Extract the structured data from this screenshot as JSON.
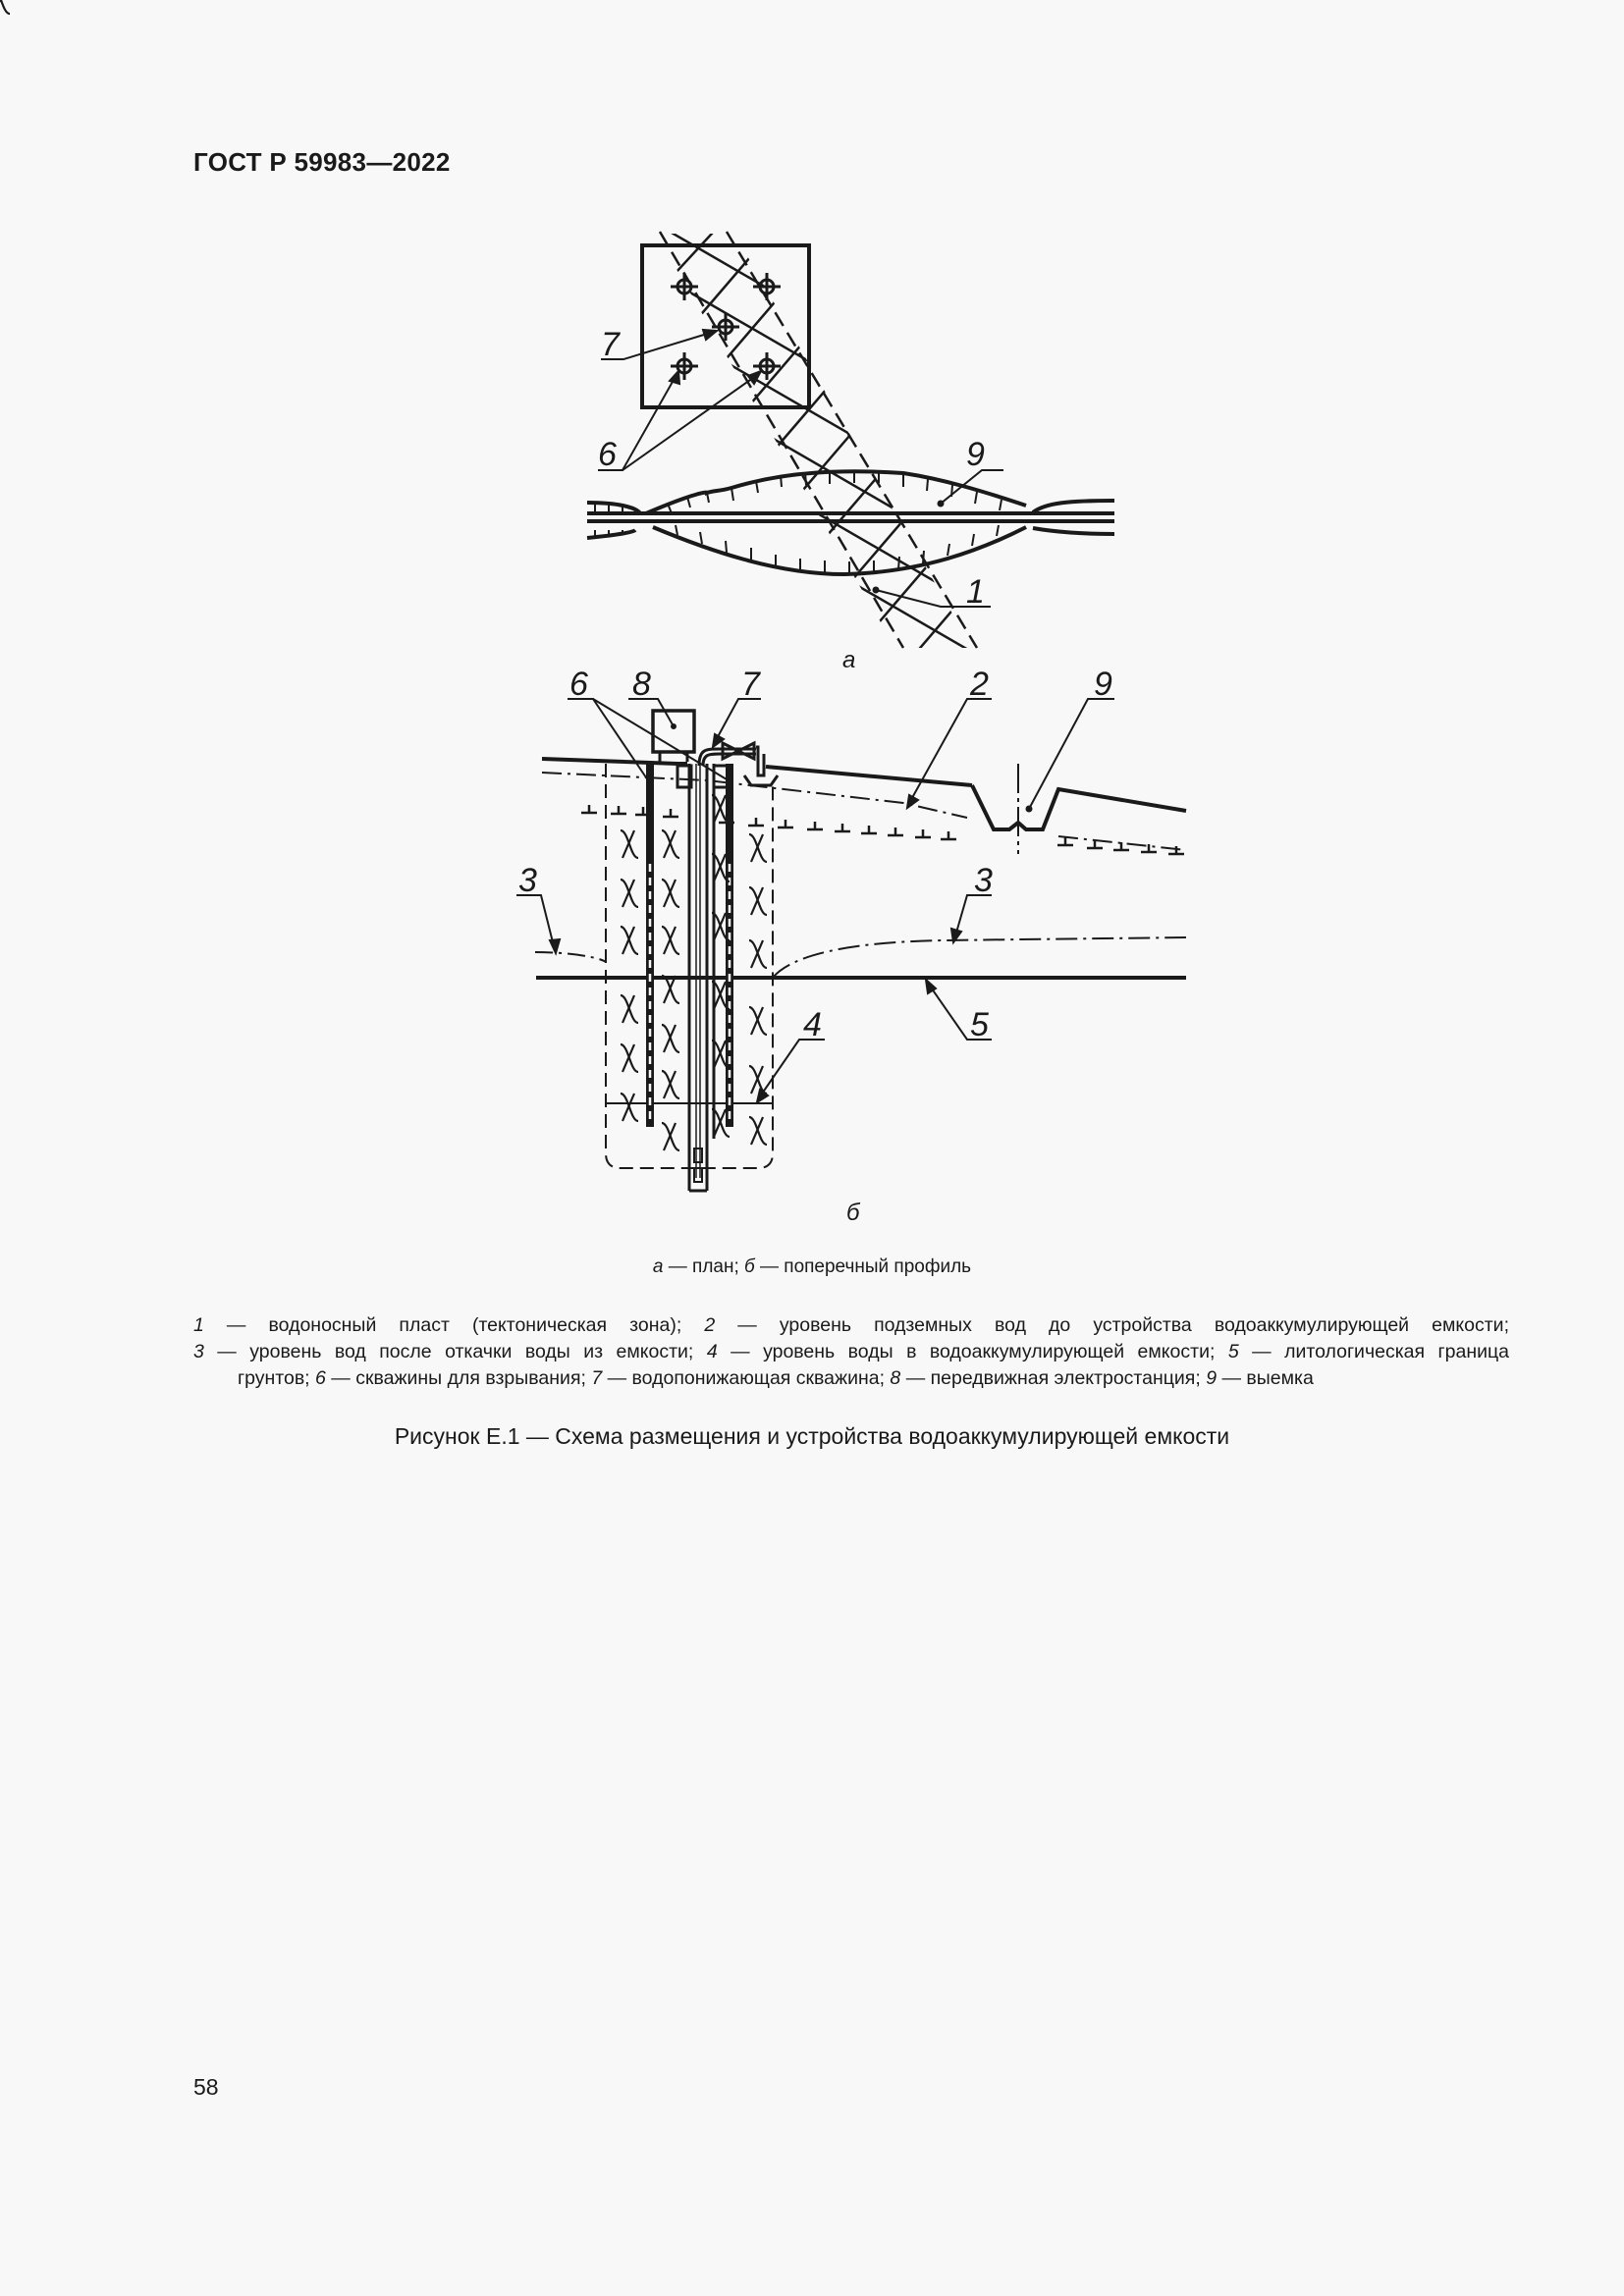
{
  "header": {
    "standard": "ГОСТ Р 59983—2022"
  },
  "figure": {
    "part_a": {
      "label": "а",
      "callouts": [
        "7",
        "6",
        "9",
        "1"
      ]
    },
    "part_b": {
      "label": "б",
      "callouts": [
        "6",
        "8",
        "7",
        "2",
        "9",
        "3",
        "3",
        "4",
        "5"
      ]
    },
    "subcaption": {
      "a_key": "а",
      "a_text": " — план; ",
      "b_key": "б",
      "b_text": " — поперечный профиль"
    },
    "legend": {
      "line1": [
        {
          "n": "1",
          "t": " — водоносный пласт (тектоническая зона); "
        },
        {
          "n": "2",
          "t": " — уровень подземных вод до устройства водоаккумулирующей емкости;"
        }
      ],
      "line2": [
        {
          "n": "3",
          "t": " — уровень вод после откачки воды из емкости; "
        },
        {
          "n": "4",
          "t": " — уровень воды в водоаккумулирующей емкости; "
        },
        {
          "n": "5",
          "t": " — литологическая граница"
        }
      ],
      "line3": [
        {
          "n": "",
          "t": "грунтов; "
        },
        {
          "n": "6",
          "t": " — скважины для взрывания; "
        },
        {
          "n": "7",
          "t": " — водопонижающая скважина; "
        },
        {
          "n": "8",
          "t": " — передвижная электростанция; "
        },
        {
          "n": "9",
          "t": " — выемка"
        }
      ]
    },
    "caption": "Рисунок Е.1 — Схема размещения и устройства водоаккумулирующей емкости"
  },
  "footer": {
    "page_number": "58"
  }
}
